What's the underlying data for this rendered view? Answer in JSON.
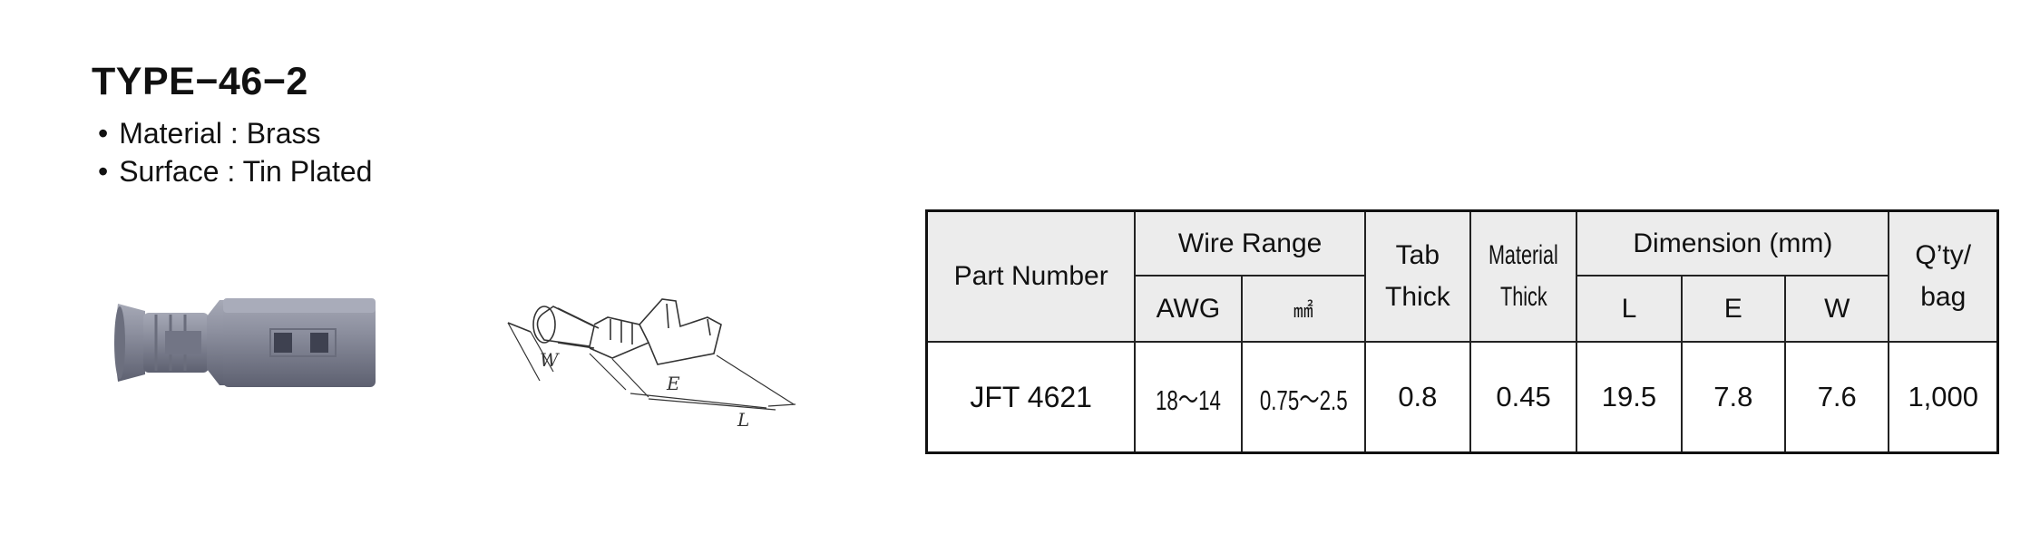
{
  "header": {
    "title": "TYPE−46−2",
    "specs": [
      "Material : Brass",
      "Surface : Tin Plated"
    ]
  },
  "drawing_labels": {
    "w": "W",
    "e": "E",
    "l": "L"
  },
  "table": {
    "headers": {
      "part_number": "Part Number",
      "wire_range": "Wire Range",
      "awg": "AWG",
      "mm2": "㎟",
      "tab_thick_1": "Tab",
      "tab_thick_2": "Thick",
      "material_thick_1": "Material",
      "material_thick_2": "Thick",
      "dimension": "Dimension (mm)",
      "l": "L",
      "e": "E",
      "w": "W",
      "qty_1": "Q’ty/",
      "qty_2": "bag"
    },
    "rows": [
      {
        "part_number": "JFT 4621",
        "awg": "18〜14",
        "mm2": "0.75〜2.5",
        "tab_thick": "0.8",
        "material_thick": "0.45",
        "l": "19.5",
        "e": "7.8",
        "w": "7.6",
        "qty": "1,000"
      }
    ]
  },
  "colors": {
    "terminal_body": "#8a8d9c",
    "terminal_shadow": "#5d6070",
    "header_bg": "#ececec"
  }
}
